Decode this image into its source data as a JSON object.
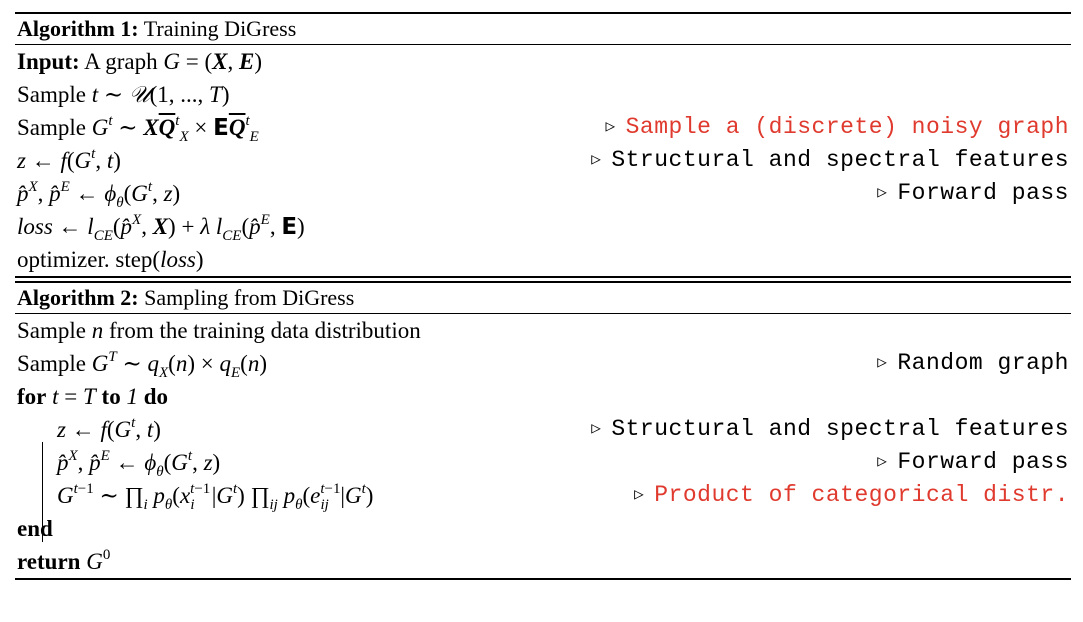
{
  "algorithm1": {
    "label": "Algorithm 1:",
    "title": "Training DiGress",
    "input_label": "Input:",
    "input_text": "A graph",
    "sample_word": "Sample",
    "comment_noisy": "Sample a (discrete) noisy graph",
    "comment_features": "Structural and spectral features",
    "comment_forward": "Forward pass",
    "optimizer_text": "optimizer. step(",
    "loss_word": "loss"
  },
  "algorithm2": {
    "label": "Algorithm 2:",
    "title": "Sampling from DiGress",
    "sample_n_text": "from the training data distribution",
    "sample_word": "Sample",
    "comment_random": "Random graph",
    "for_kw": "for",
    "to_kw": "to",
    "do_kw": "do",
    "comment_features": "Structural and spectral features",
    "comment_forward": "Forward pass",
    "comment_product": "Product of categorical distr.",
    "end_kw": "end",
    "return_kw": "return"
  },
  "colors": {
    "highlight": "#e03a2e",
    "rule": "#000000"
  },
  "icons": {
    "comment_marker": "triangle-right-icon"
  }
}
